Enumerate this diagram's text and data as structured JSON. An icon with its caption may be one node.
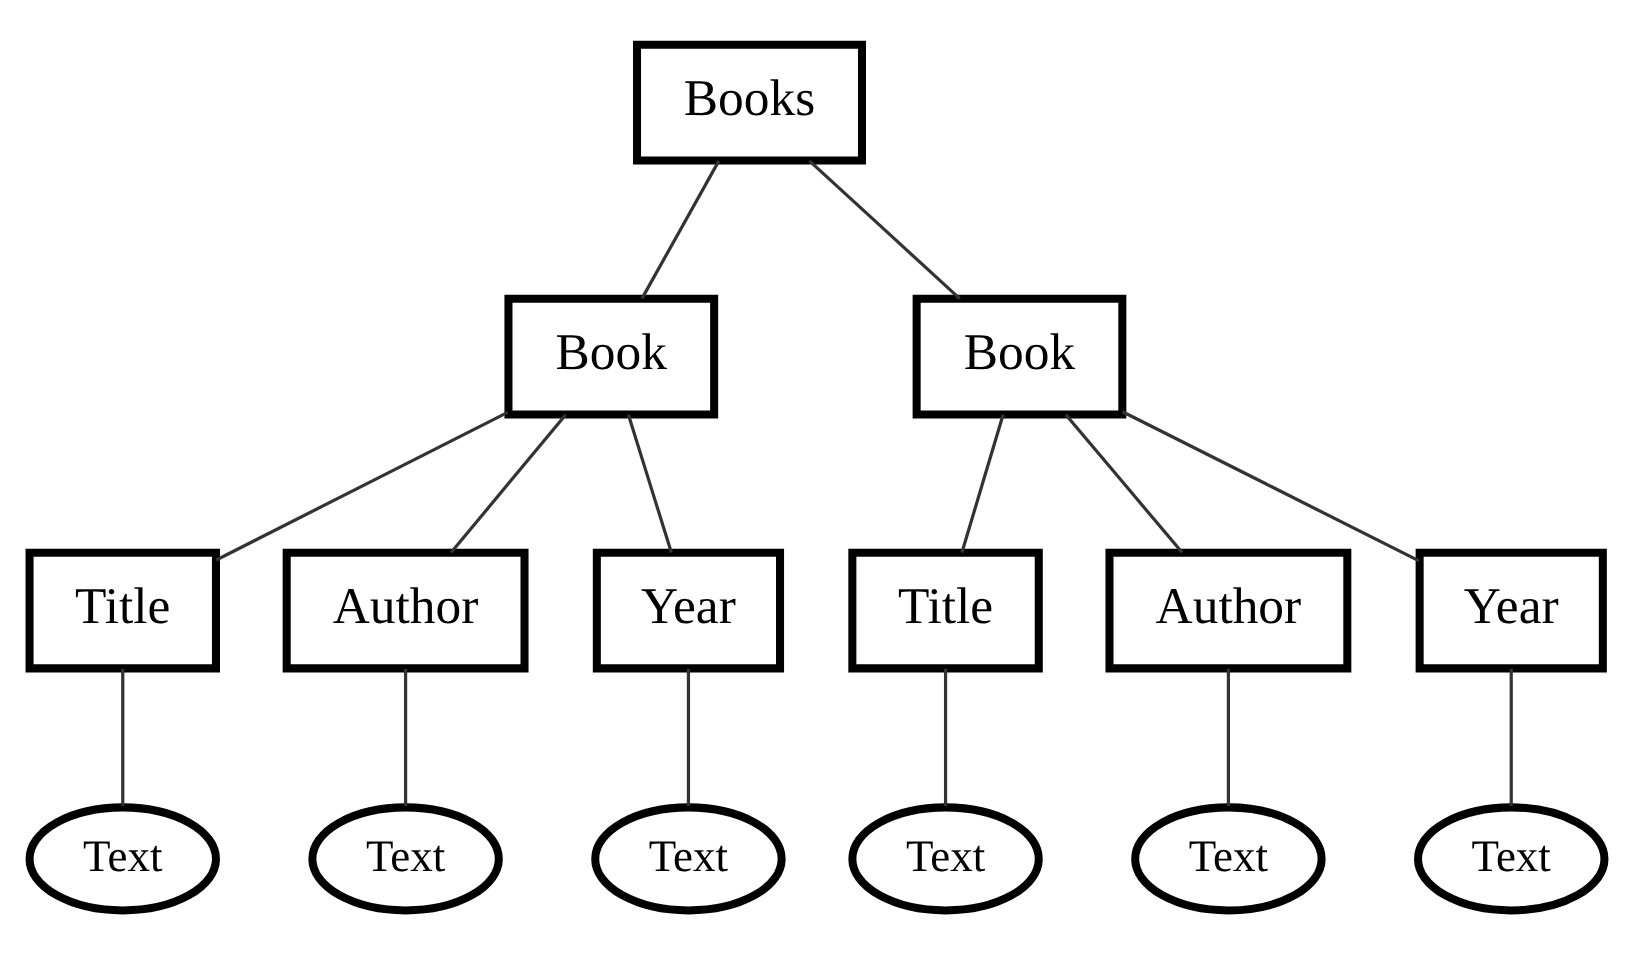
{
  "diagram": {
    "nodes": [
      {
        "text": [
          "Books"
        ]
      },
      {
        "text": [
          "Book"
        ]
      },
      {
        "text": [
          "Title"
        ]
      },
      {
        "text": [
          "Author"
        ]
      },
      {
        "text": [
          "Year"
        ]
      },
      {
        "text": [
          "Text"
        ]
      },
      {
        "text": [
          "Text"
        ]
      },
      {
        "text": [
          "Text"
        ]
      },
      {
        "text": [
          "Book"
        ]
      },
      {
        "text": [
          "Title"
        ]
      },
      {
        "text": [
          "Author"
        ]
      },
      {
        "text": [
          "Year"
        ]
      },
      {
        "text": [
          "Text"
        ]
      },
      {
        "text": [
          "Text"
        ]
      },
      {
        "text": [
          "Text"
        ]
      }
    ],
    "edges": [
      {
        "from": 0,
        "to": 1,
        "arrow": "none"
      },
      {
        "from": 0,
        "to": 8,
        "arrow": "none"
      },
      {
        "from": 1,
        "to": 2,
        "arrow": "none"
      },
      {
        "from": 1,
        "to": 3,
        "arrow": "none"
      },
      {
        "from": 1,
        "to": 4,
        "arrow": "none"
      },
      {
        "from": 2,
        "to": 5,
        "arrow": "none"
      },
      {
        "from": 3,
        "to": 6,
        "arrow": "none"
      },
      {
        "from": 4,
        "to": 7,
        "arrow": "none"
      },
      {
        "from": 8,
        "to": 9,
        "arrow": "none"
      },
      {
        "from": 8,
        "to": 10,
        "arrow": "none"
      },
      {
        "from": 8,
        "to": 11,
        "arrow": "none"
      },
      {
        "from": 9,
        "to": 12,
        "arrow": "none"
      },
      {
        "from": 10,
        "to": 13,
        "arrow": "none"
      },
      {
        "from": 11,
        "to": 14,
        "arrow": "none"
      }
    ]
  }
}
